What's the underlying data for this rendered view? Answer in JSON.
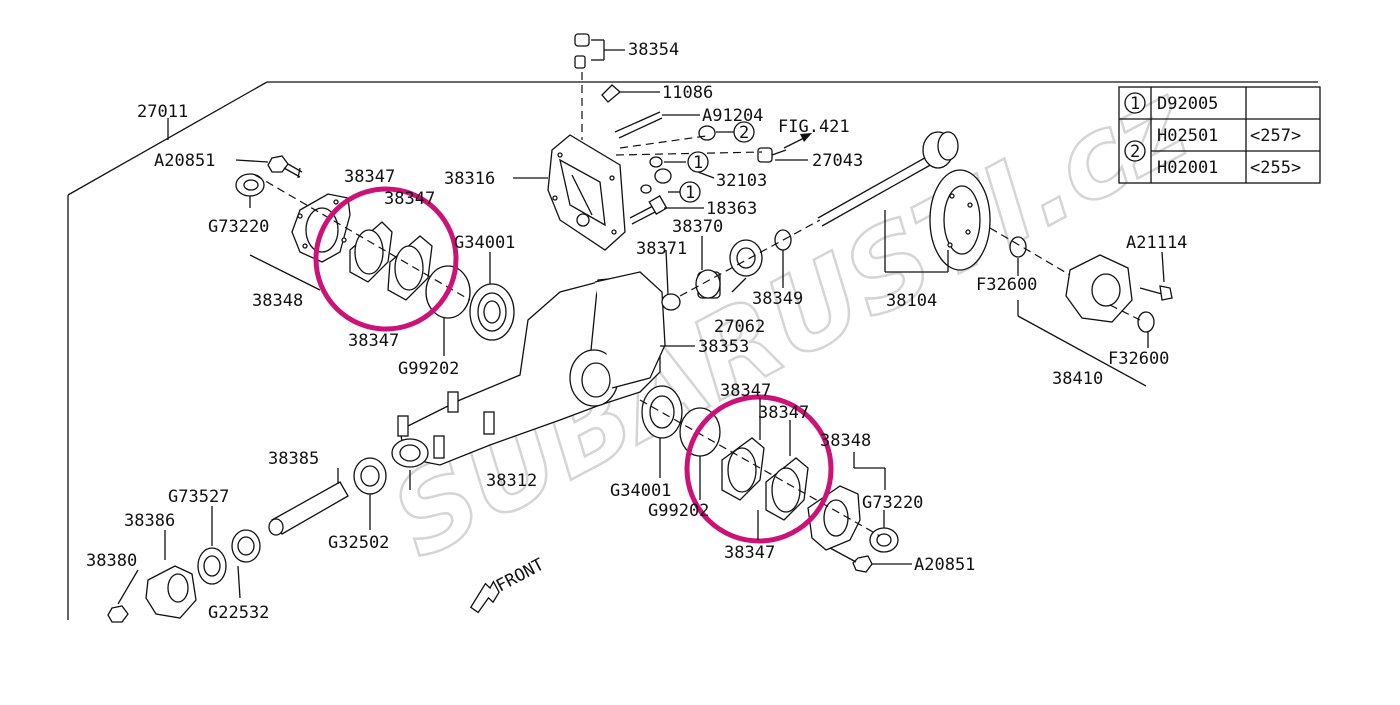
{
  "watermark": "SUBARUSTI.cz",
  "front_label": "FRONT",
  "fig_ref": "FIG.421",
  "callouts": {
    "c38354": "38354",
    "c11086": "11086",
    "c27011": "27011",
    "cA91204": "A91204",
    "cFig": "FIG.421",
    "c27043": "27043",
    "cA20851_top": "A20851",
    "c38316": "38316",
    "c32103": "32103",
    "c18363": "18363",
    "c38347_a": "38347",
    "c38347_b": "38347",
    "c38347_c": "38347",
    "cG73220_top": "G73220",
    "c38348_top": "38348",
    "cG34001_top": "G34001",
    "c38370": "38370",
    "c38371": "38371",
    "c38349": "38349",
    "c38104": "38104",
    "cF32600_a": "F32600",
    "cA21114": "A21114",
    "c27062": "27062",
    "c38353": "38353",
    "cG99202_top": "G99202",
    "cF32600_b": "F32600",
    "c38410": "38410",
    "c38347_d": "38347",
    "c38347_e": "38347",
    "c38348_bot": "38348",
    "c38385": "38385",
    "c38312": "38312",
    "cG34001_bot": "G34001",
    "cG73220_bot": "G73220",
    "cG73527": "G73527",
    "c38386": "38386",
    "cG99202_bot": "G99202",
    "cG32502": "G32502",
    "c38347_f": "38347",
    "c38380": "38380",
    "cA20851_bot": "A20851",
    "cG22532": "G22532"
  },
  "ref_table": {
    "row1": {
      "num": "1",
      "code": "D92005",
      "note": ""
    },
    "row2": {
      "num": "2",
      "code": "H02501",
      "note": "<257>"
    },
    "row3": {
      "num": "2",
      "code": "H02001",
      "note": "<255>"
    }
  },
  "markers": {
    "m1a": "1",
    "m1b": "1",
    "m2": "2"
  },
  "highlight_color": "#cc1177"
}
